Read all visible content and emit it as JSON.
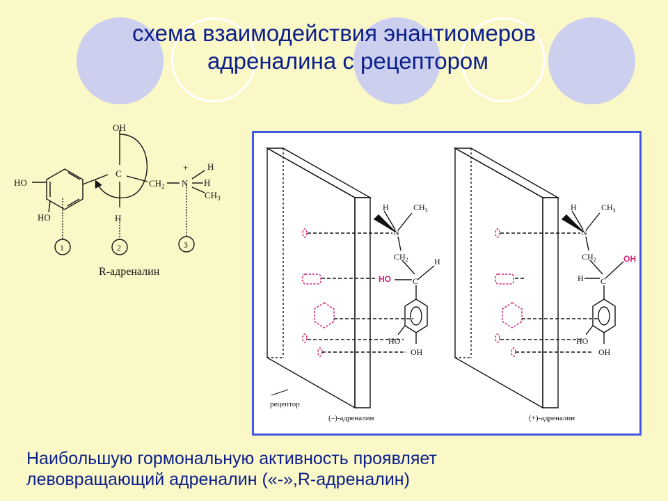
{
  "slide": {
    "title_line1": "схема взаимодействия энантиомеров",
    "title_line2": "адреналина с рецептором",
    "caption_line1": "Наибольшую гормональную активность проявляет",
    "caption_line2": "левовращающий адреналин («-»,R-адреналин)"
  },
  "left_structure": {
    "oh_top": "OH",
    "ho_left": "HO",
    "ho_bottom": "HO",
    "c": "C",
    "h_bottom": "H",
    "ch2": "CH",
    "ch2_sub": "2",
    "n": "N",
    "plus": "+",
    "h_a": "H",
    "h_b": "H",
    "ch3": "CH",
    "ch3_sub": "3",
    "site1": "1",
    "site2": "2",
    "site3": "3",
    "name": "R-адреналин"
  },
  "receptor_panel": {
    "receptor_label": "рецептор",
    "left_name": "(–)-адреналин",
    "right_name": "(+)-адреналин",
    "left": {
      "h": "H",
      "ch3": "CH",
      "ch3_sub": "3",
      "n": "N",
      "ch2": "CH",
      "ch2_sub": "2",
      "h_c": "H",
      "c": "C",
      "ho_c": "HO",
      "ho_ring": "HO",
      "oh_ring": "OH"
    },
    "right": {
      "h": "H",
      "ch3": "CH",
      "ch3_sub": "3",
      "n": "N",
      "ch2": "CH",
      "ch2_sub": "2",
      "h_c": "H",
      "oh_c": "OH",
      "c": "C",
      "ho_ring": "HO",
      "oh_ring": "OH"
    }
  },
  "colors": {
    "title": "#0b1f8a",
    "panel_border": "#4457e0",
    "highlight": "#d2257a",
    "background": "#fbf8c8",
    "decor": "#ccd0ee"
  }
}
